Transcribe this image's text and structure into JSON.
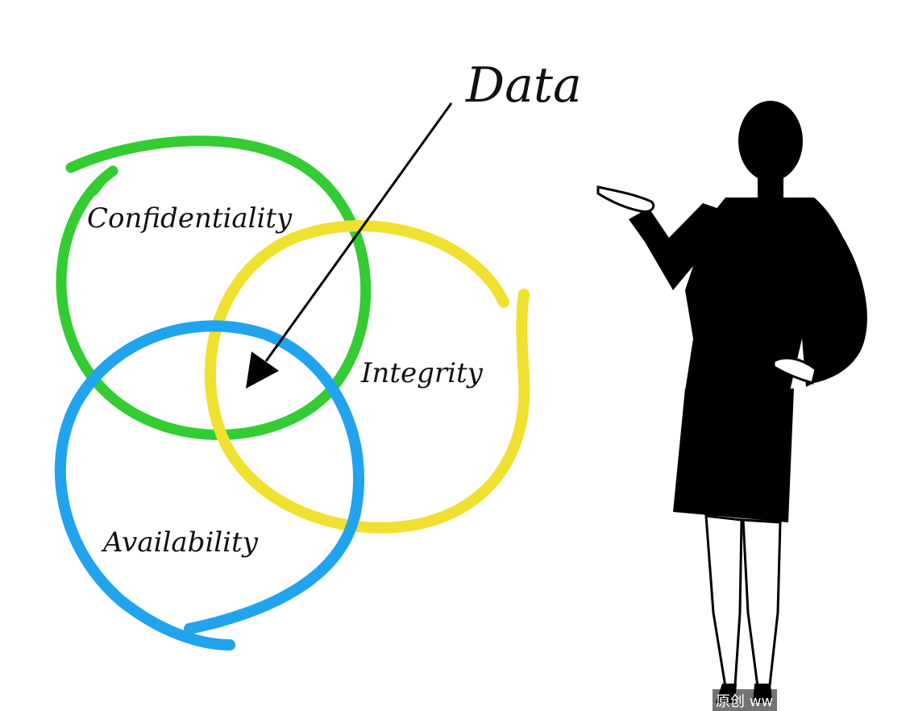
{
  "diagram": {
    "labels": {
      "data": "Data",
      "confidentiality": "Confidentiality",
      "integrity": "Integrity",
      "availability": "Availability"
    },
    "colors": {
      "confidentiality_ring": "#33cc33",
      "integrity_ring": "#f0e130",
      "availability_ring": "#22a3ee",
      "arrow": "#000000",
      "silhouette": "#000000"
    },
    "watermark": "原创 ww"
  }
}
